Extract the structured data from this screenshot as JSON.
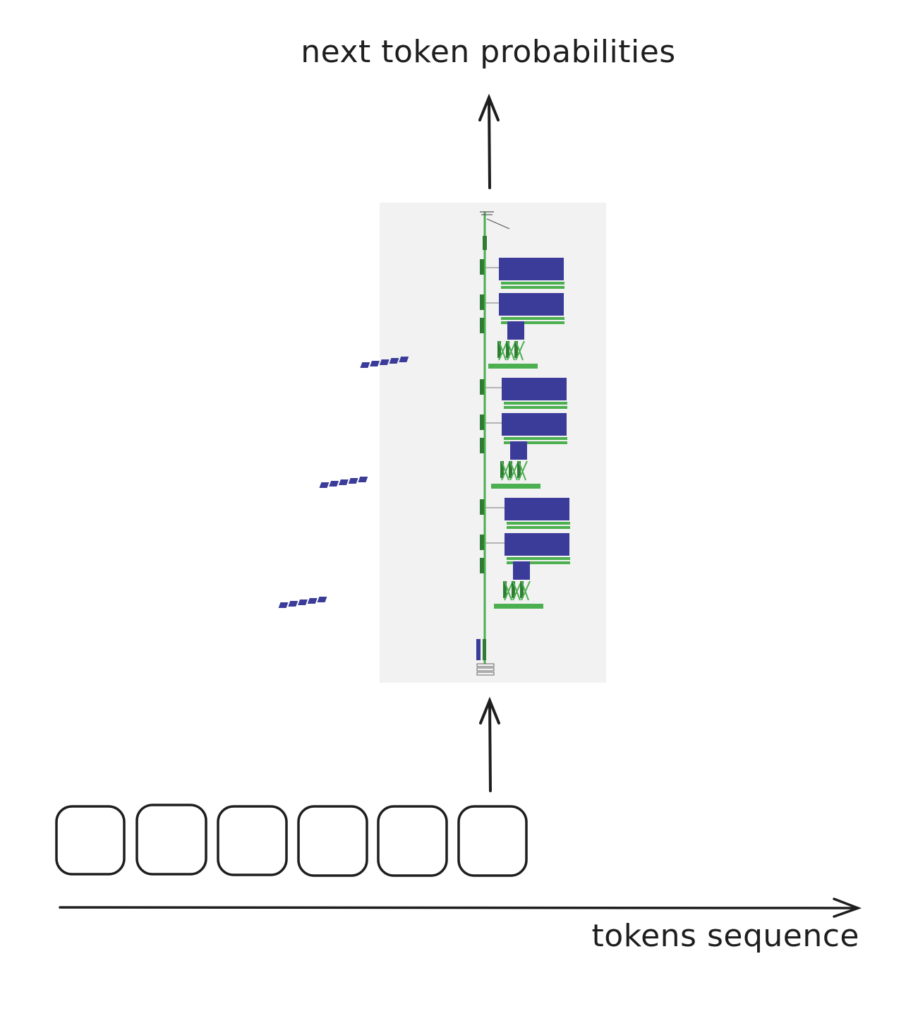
{
  "diagram": {
    "output_label": "next token probabilities",
    "axis_label": "tokens sequence",
    "token_count": 6,
    "model_figure": {
      "type": "transformer-architecture-visualization",
      "colors": {
        "block": "#3b3b9a",
        "connector": "#4caf50",
        "panel": "#f2f2f2"
      }
    }
  }
}
